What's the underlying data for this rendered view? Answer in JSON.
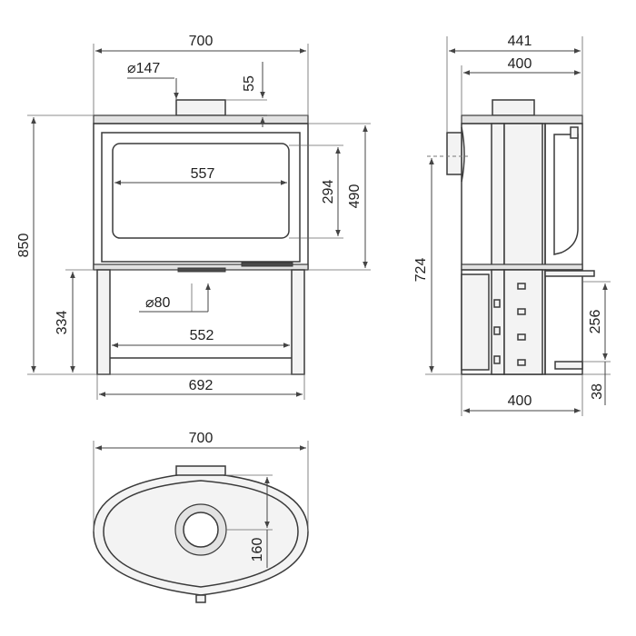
{
  "front_view": {
    "width_top": "700",
    "flue_diameter": "⌀147",
    "flue_height": "55",
    "window_width": "557",
    "window_height": "294",
    "body_height": "490",
    "total_height": "850",
    "base_height": "334",
    "air_inlet_diameter": "⌀80",
    "base_inner_width": "552",
    "base_width": "692"
  },
  "side_view": {
    "total_depth": "441",
    "body_depth": "400",
    "flue_axis_height": "724",
    "inlet_height": "256",
    "inlet_offset": "38",
    "base_depth": "400"
  },
  "top_view": {
    "width": "700",
    "flue_offset": "160"
  }
}
